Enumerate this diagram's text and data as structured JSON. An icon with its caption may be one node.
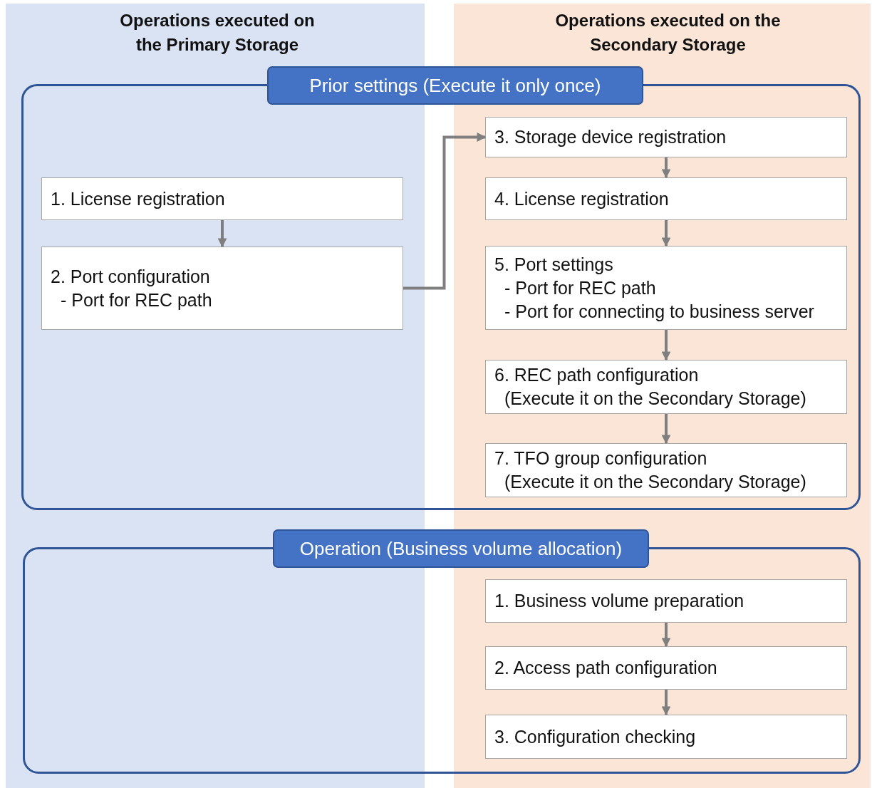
{
  "diagram": {
    "nodes": [
      {
        "text": [
          "Prior settings (Execute it only once)"
        ]
      },
      {
        "text": [
          "1. License registration"
        ],
        "in": 0
      },
      {
        "text": [
          "2. Port configuration",
          "- Port for REC path"
        ],
        "in": 0
      },
      {
        "text": [
          "3. Storage device registration"
        ],
        "in": 0
      },
      {
        "text": [
          "4. License registration"
        ],
        "in": 0
      },
      {
        "text": [
          "5. Port settings",
          "- Port for REC path",
          "- Port for connecting to business server"
        ],
        "in": 0
      },
      {
        "text": [
          "6. REC path configuration",
          "(Execute it on the Secondary Storage)"
        ],
        "in": 0
      },
      {
        "text": [
          "7. TFO group configuration",
          "(Execute it on the Secondary Storage)"
        ],
        "in": 0
      },
      {
        "text": [
          "Operation (Business volume allocation)"
        ]
      },
      {
        "text": [
          "1. Business volume preparation"
        ],
        "in": 8
      },
      {
        "text": [
          "2. Access path configuration"
        ],
        "in": 8
      },
      {
        "text": [
          "3. Configuration checking"
        ],
        "in": 8
      }
    ],
    "edges": [
      {
        "from": 1,
        "to": 2,
        "arrow": "to"
      },
      {
        "from": 2,
        "to": 3,
        "arrow": "to"
      },
      {
        "from": 3,
        "to": 4,
        "arrow": "to"
      },
      {
        "from": 4,
        "to": 5,
        "arrow": "to"
      },
      {
        "from": 5,
        "to": 6,
        "arrow": "to"
      },
      {
        "from": 6,
        "to": 7,
        "arrow": "to"
      },
      {
        "from": 9,
        "to": 10,
        "arrow": "to"
      },
      {
        "from": 10,
        "to": 11,
        "arrow": "to"
      }
    ],
    "labels": [
      "Operations executed on the Primary Storage",
      "Operations executed on the Secondary Storage"
    ]
  }
}
